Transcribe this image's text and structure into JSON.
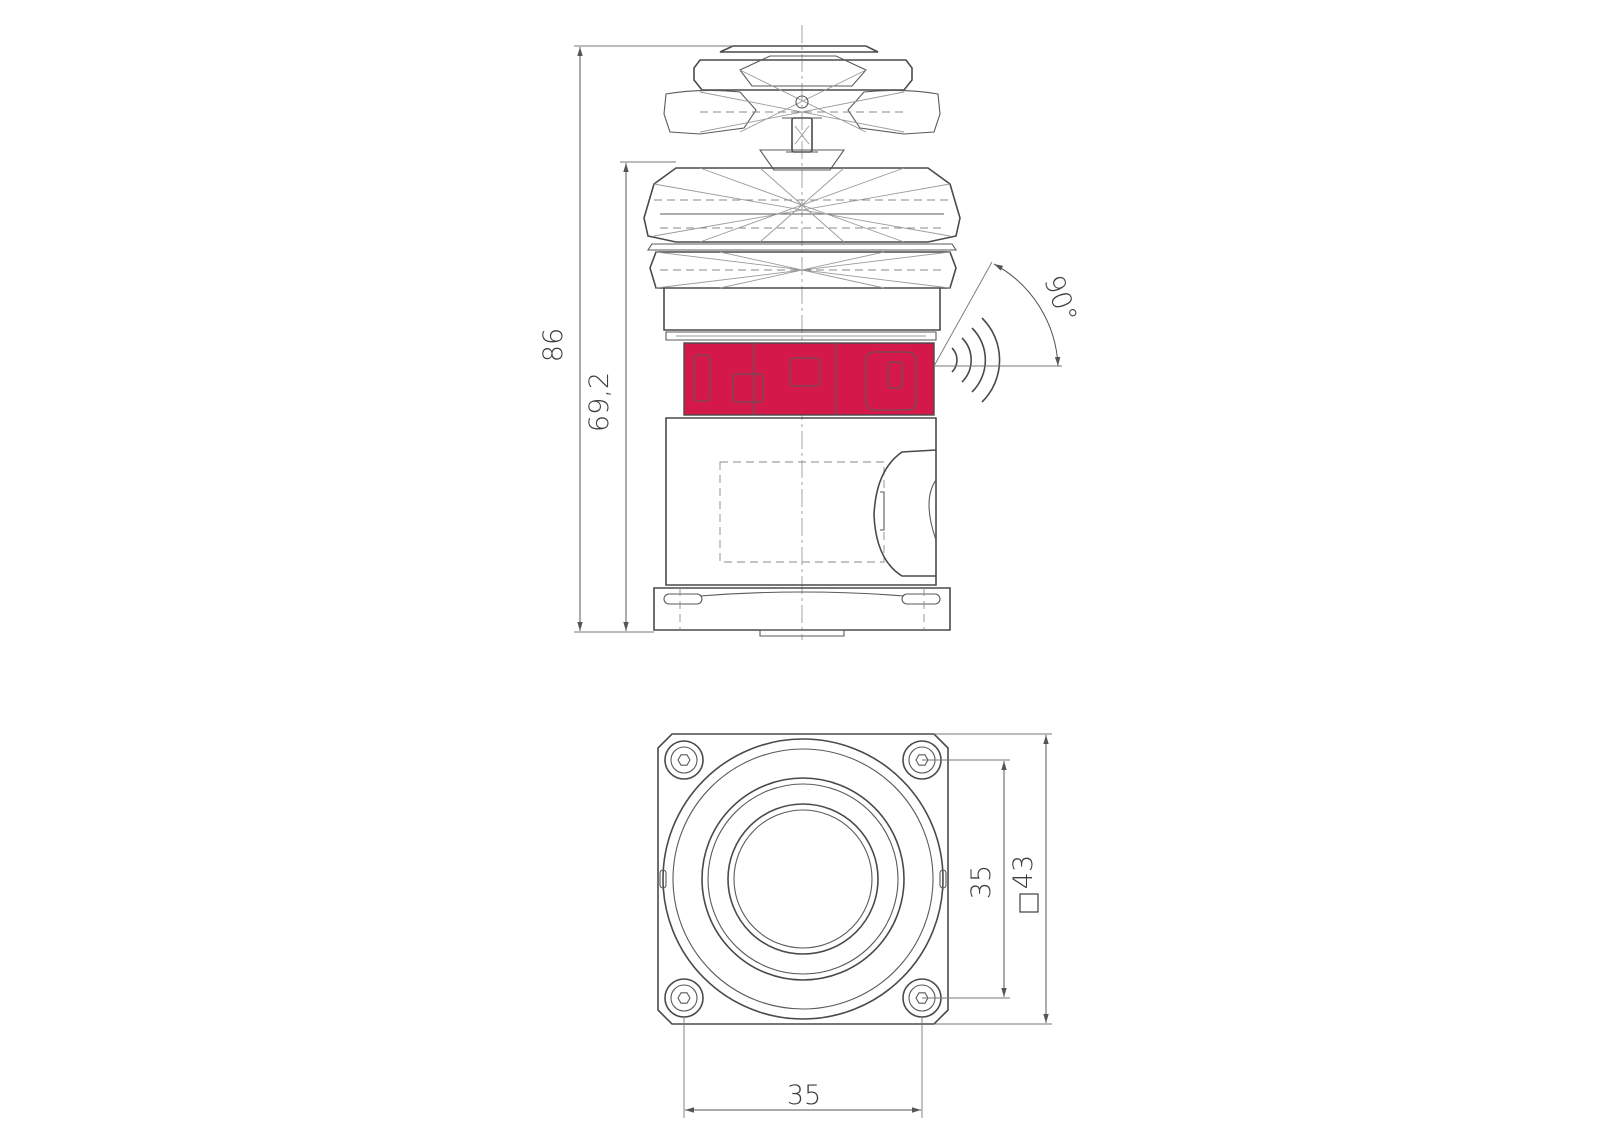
{
  "drawing": {
    "accent_color": "#d4184a",
    "line_color": "#4a4a4a",
    "dimensions": {
      "overall_height": "86",
      "body_height": "69,2",
      "signal_angle": "90°",
      "hole_spacing_vertical": "35",
      "square_size": "43",
      "hole_spacing_horizontal": "35"
    },
    "square_symbol": "□"
  }
}
